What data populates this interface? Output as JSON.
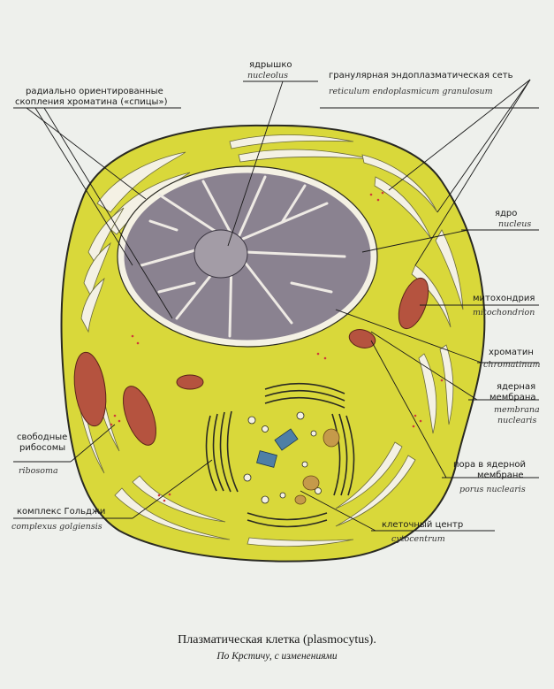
{
  "labels": {
    "spokes_ru_1": "радиально ориентированные",
    "spokes_ru_2": "скопления хроматина («спицы»)",
    "nucleolus_ru": "ядрышко",
    "nucleolus_la": "nucleolus",
    "er_ru": "гранулярная эндоплазматическая сеть",
    "er_la": "reticulum endoplasmicum granulosum",
    "nucleus_ru": "ядро",
    "nucleus_la": "nucleus",
    "mito_ru": "митохондрия",
    "mito_la": "mitochondrion",
    "chromatin_ru": "хроматин",
    "chromatin_la": "chromatinum",
    "membrane_ru_1": "ядерная",
    "membrane_ru_2": "мембрана",
    "membrane_la_1": "membrana",
    "membrane_la_2": "nuclearis",
    "ribo_ru_1": "свободные",
    "ribo_ru_2": "рибосомы",
    "ribo_la": "ribosoma",
    "pore_ru_1": "пора в ядерной",
    "pore_ru_2": "мембране",
    "pore_la": "porus nuclearis",
    "golgi_ru": "комплекс Гольджи",
    "golgi_la": "complexus golgiensis",
    "centre_ru": "клеточный центр",
    "centre_la": "cytocentrum"
  },
  "caption": {
    "title": "Плазматическая клетка (plasmocytus).",
    "subtitle": "По Крстичу, с изменениями"
  },
  "colors": {
    "cytoplasm": "#d9d83a",
    "nucleus": "#8a8290",
    "membrane_white": "#f4f1e4",
    "mitochondria": "#b5533f",
    "ribosome_dots": "#d03a3a",
    "centrioles": "#4e7fa6",
    "outline": "#2a2a22"
  }
}
